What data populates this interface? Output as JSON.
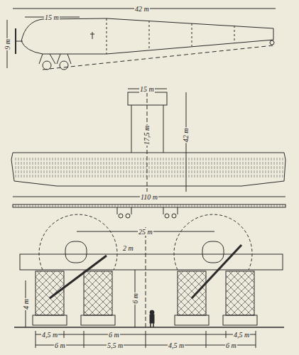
{
  "diagram": {
    "labels": [
      "42 m",
      "15 m",
      "9 m",
      "15 m",
      "42 m",
      "17,5 m",
      "110 m",
      "25 m",
      "2 m",
      "4 m",
      "6 m",
      "4,5 m",
      "6 m",
      "4,5 m",
      "6 m",
      "5,5 m",
      "4,5 m",
      "6 m"
    ]
  }
}
